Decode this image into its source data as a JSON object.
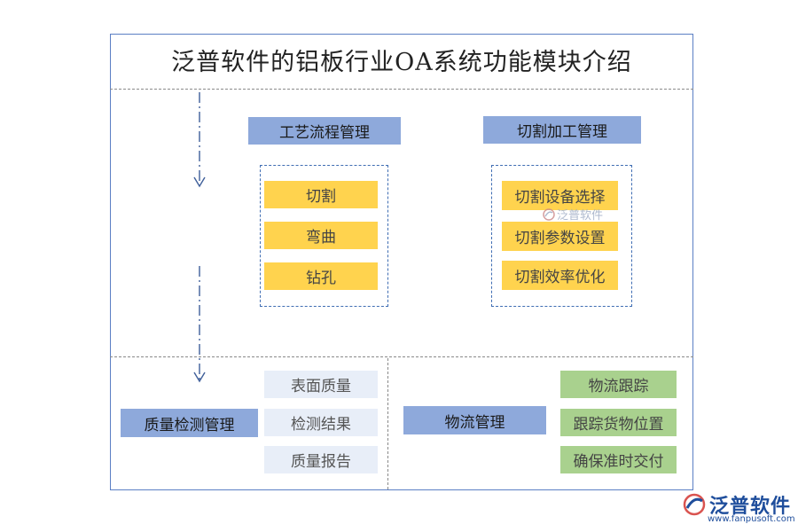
{
  "title": "泛普软件的铝板行业OA系统功能模块介绍",
  "process": {
    "header": "工艺流程管理",
    "items": [
      "切割",
      "弯曲",
      "钻孔"
    ]
  },
  "cutting": {
    "header": "切割加工管理",
    "items": [
      "切割设备选择",
      "切割参数设置",
      "切割效率优化"
    ]
  },
  "quality": {
    "header": "质量检测管理",
    "items": [
      "表面质量",
      "检测结果",
      "质量报告"
    ]
  },
  "logistics": {
    "header": "物流管理",
    "items": [
      "物流跟踪",
      "跟踪货物位置",
      "确保准时交付"
    ]
  },
  "watermark": "泛普软件",
  "brand": {
    "name": "泛普软件",
    "url": "www.fanpusoft.com"
  },
  "colors": {
    "header": "#8ea9db",
    "yellow": "#ffd34e",
    "pale": "#e8eef8",
    "green": "#a9d18e",
    "border": "#5b7fc4"
  }
}
